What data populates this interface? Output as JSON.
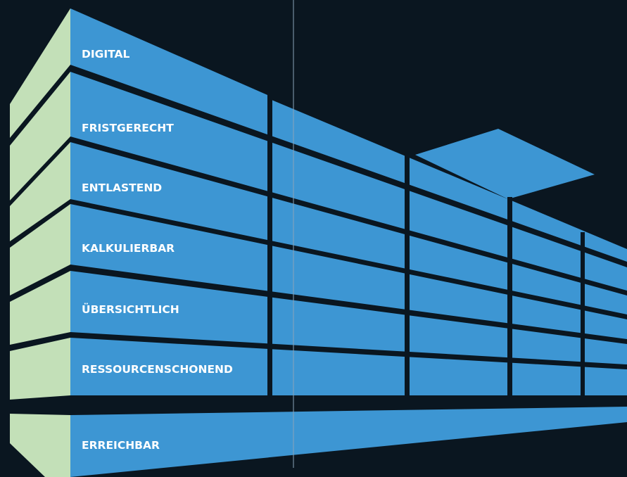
{
  "colors": {
    "background": "#0a1620",
    "facade": "#3d96d3",
    "side_wall": "#c3e0b8",
    "divider_line": "#8aa4b8"
  },
  "floors": [
    {
      "label": "DIGITAL"
    },
    {
      "label": "FRISTGERECHT"
    },
    {
      "label": "ENTLASTEND"
    },
    {
      "label": "KALKULIERBAR"
    },
    {
      "label": "ÜBERSICHTLICH"
    },
    {
      "label": "RESSOURCENSCHONEND"
    },
    {
      "label": "ERREICHBAR"
    }
  ]
}
